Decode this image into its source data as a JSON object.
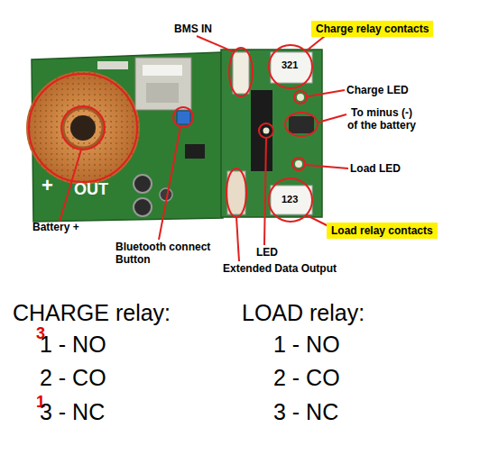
{
  "diagram": {
    "nodes": [
      {
        "text": [
          "Charge relay contacts"
        ]
      },
      {
        "text": [
          "Load relay contacts"
        ]
      }
    ],
    "labels": [
      "BMS IN",
      "Charge LED",
      "To minus (-) of the battery",
      "Load LED",
      "Battery +",
      "Bluetooth connect Button",
      "LED",
      "Extended Data Output",
      "+",
      "OUT",
      "321",
      "123",
      "CHARGE relay:",
      "3",
      "1 - NO",
      "2 - CO",
      "1",
      "3 - NC",
      "LOAD relay:",
      "1 - NO",
      "2 - CO",
      "3 - NC"
    ]
  }
}
